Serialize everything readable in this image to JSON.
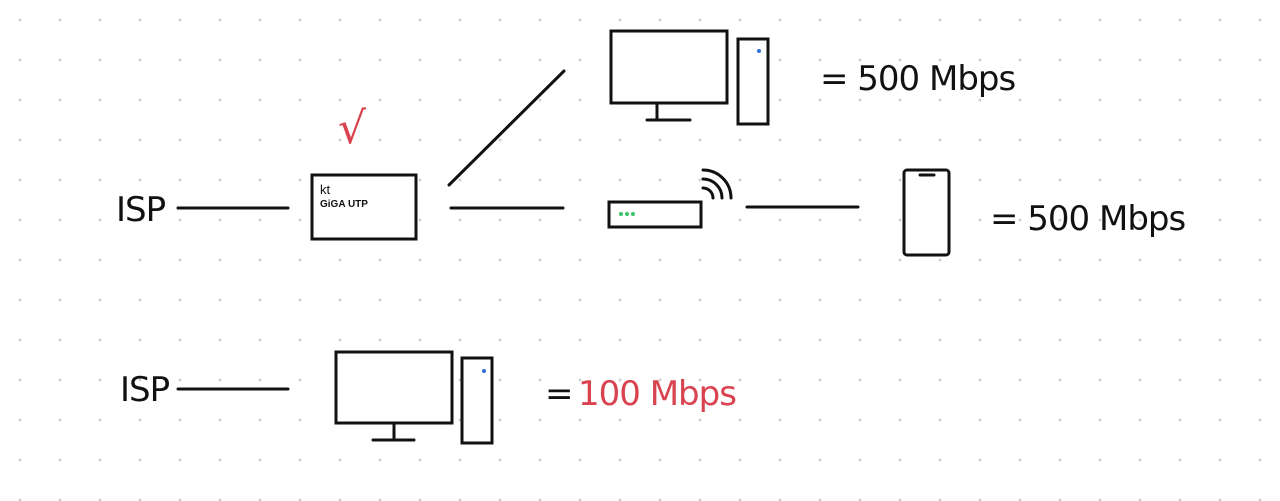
{
  "nodes": {
    "isp_top": "ISP",
    "isp_bottom": "ISP",
    "modem_brand": "kt",
    "modem_model": "GiGA UTP"
  },
  "annotations": {
    "checkmark": "√",
    "desktop_speed": "= 500 Mbps",
    "phone_speed": "= 500 Mbps",
    "direct_eq": "=",
    "direct_speed": "100 Mbps"
  },
  "colors": {
    "ink": "#111111",
    "highlight_red": "#d9434f",
    "led_blue": "#2f6fd6",
    "led_green": "#3cc46a",
    "dot_grid": "#d0d0d0"
  }
}
